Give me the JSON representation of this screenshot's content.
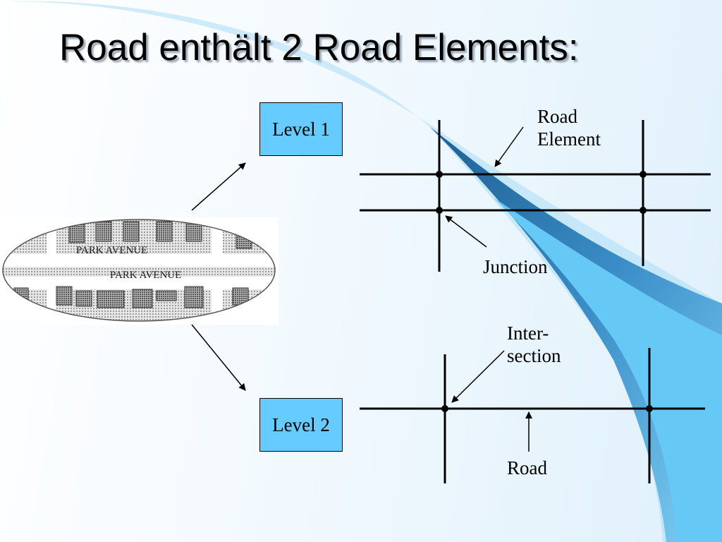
{
  "slide": {
    "title": "Road enthält 2 Road Elements:"
  },
  "levels": {
    "level1": "Level 1",
    "level2": "Level 2"
  },
  "labels": {
    "road_element_line1": "Road",
    "road_element_line2": "Element",
    "junction": "Junction",
    "intersection_line1": "Inter-",
    "intersection_line2": "section",
    "road": "Road"
  },
  "map": {
    "street_top": "PARK AVENUE",
    "street_bottom": "PARK AVENUE"
  },
  "colors": {
    "box_fill": "#66ccff",
    "swoosh_dark": "#2f7fb8",
    "swoosh_light": "#66c4f2"
  }
}
